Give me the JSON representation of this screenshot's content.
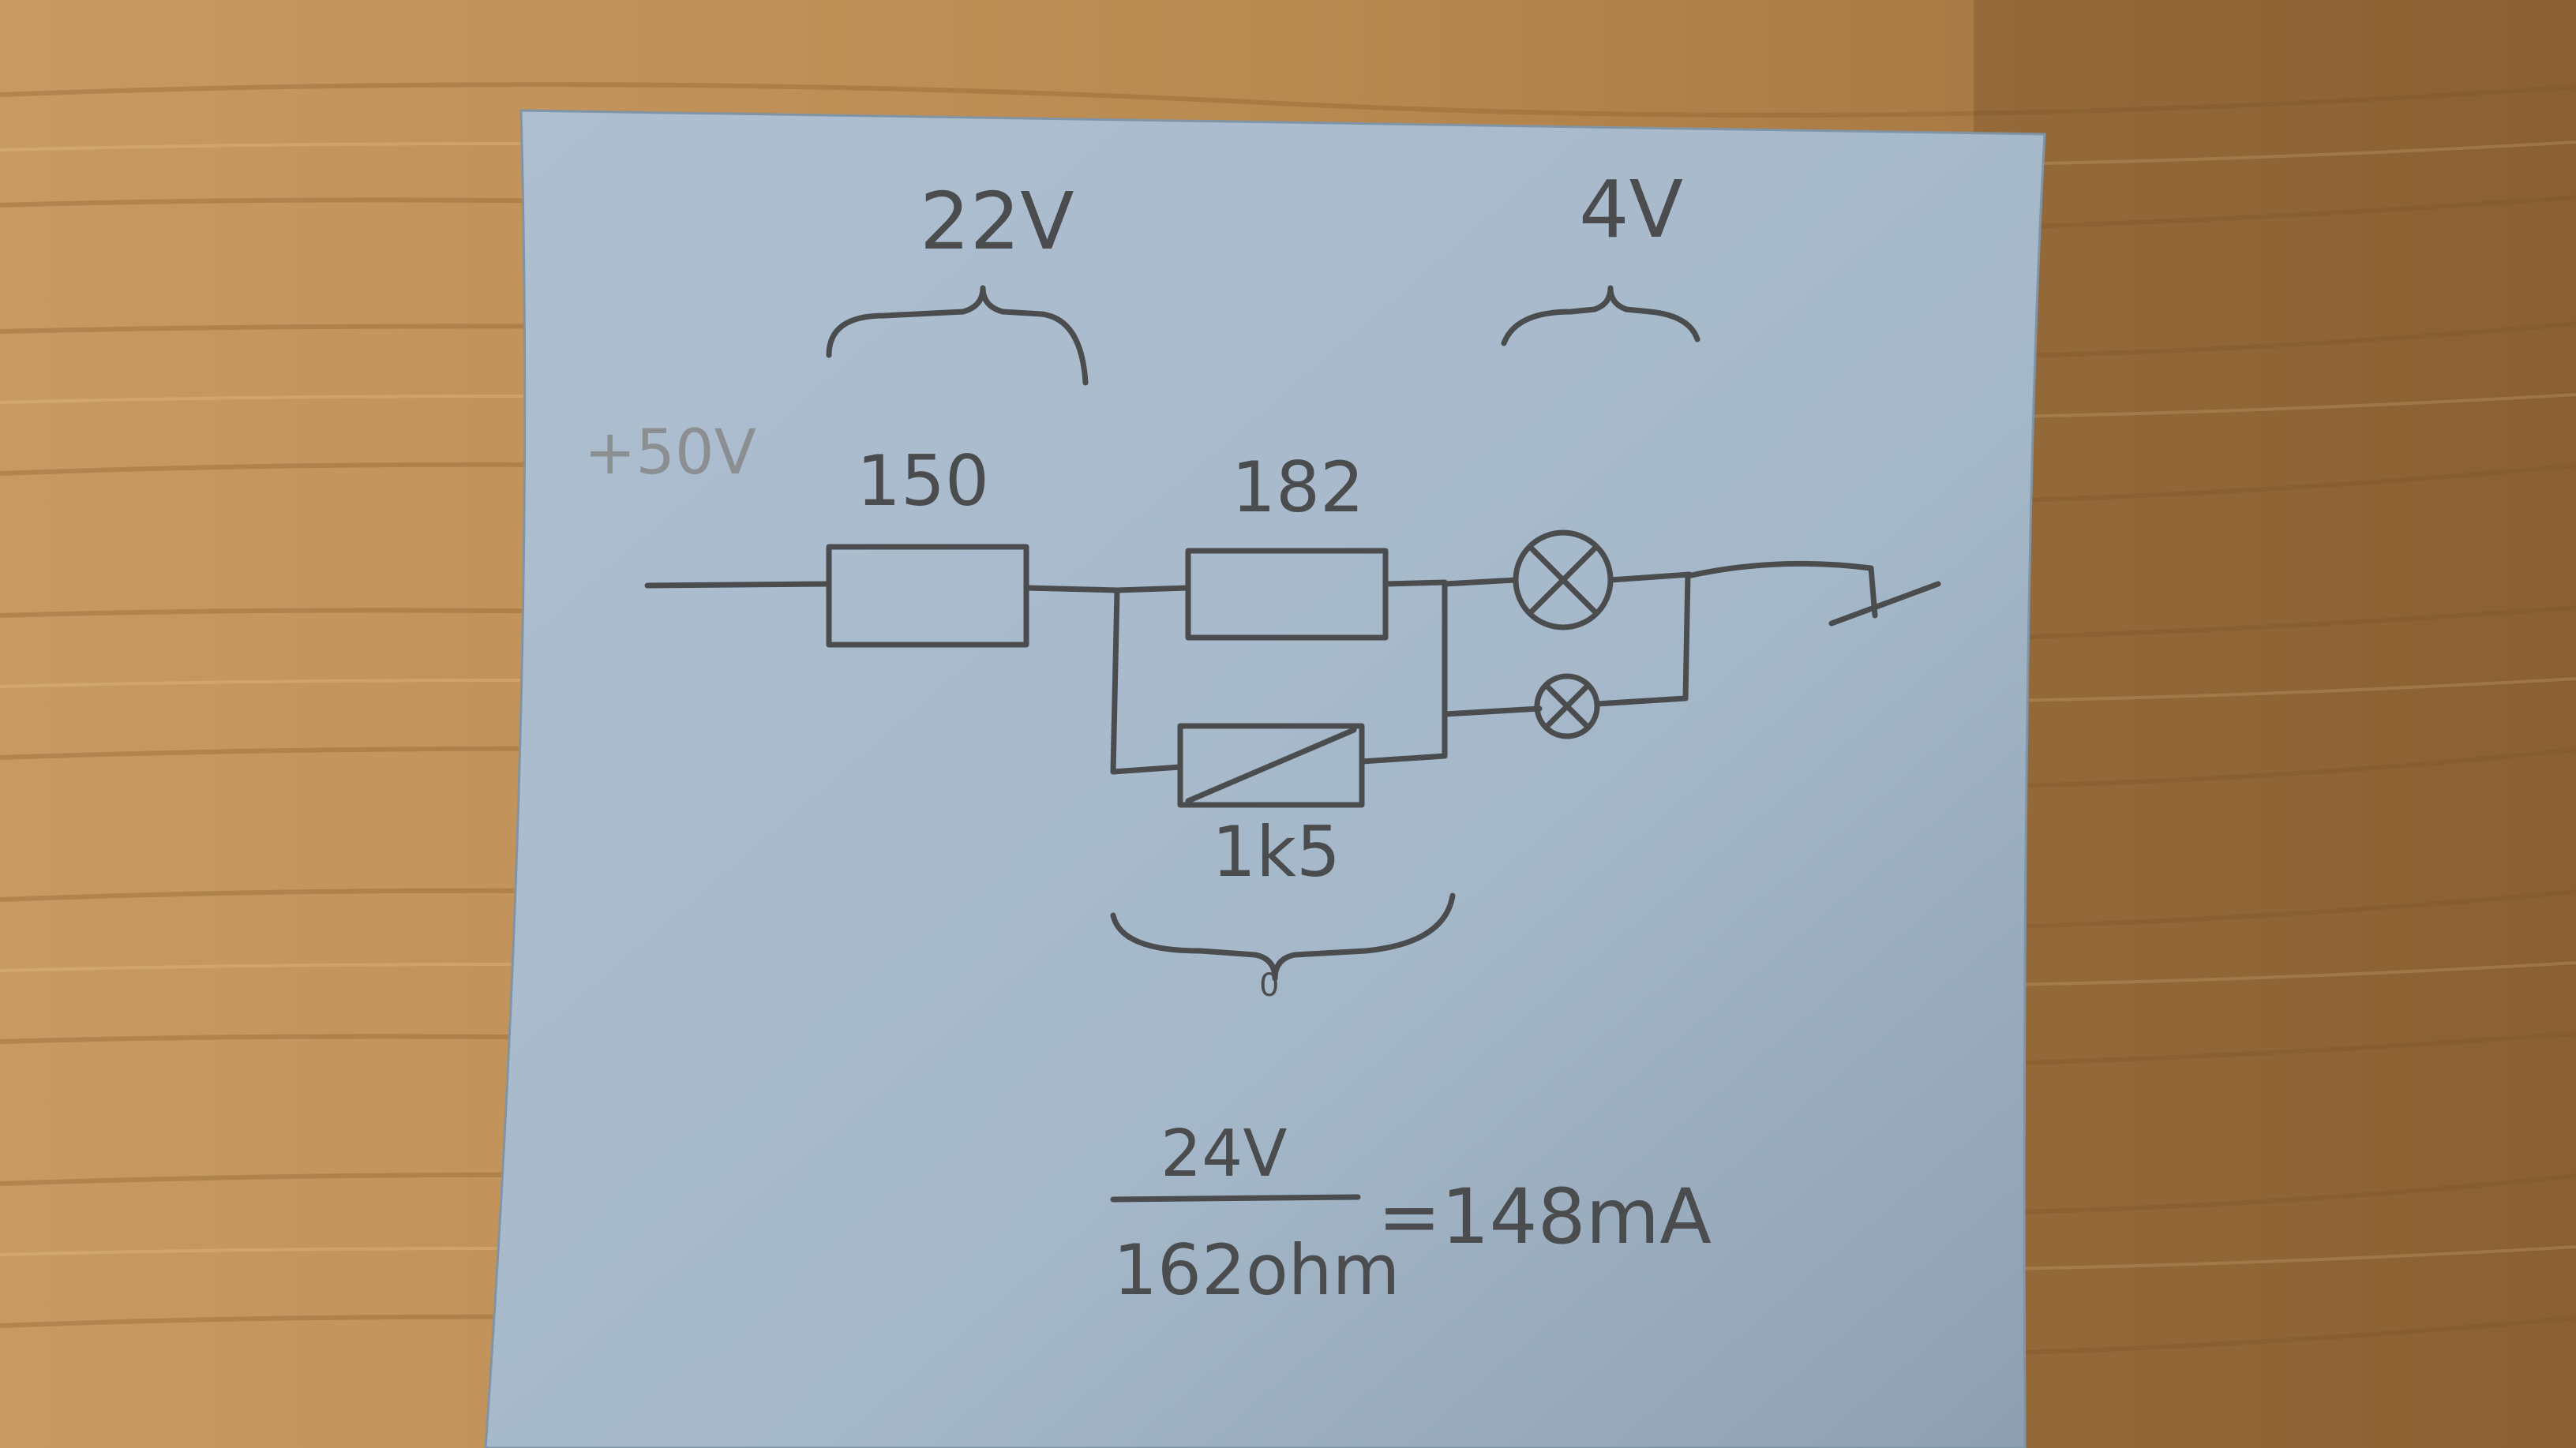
{
  "diagram": {
    "labels": {
      "supply": "+50V",
      "r1": "150",
      "r2": "182",
      "r3": "1k5",
      "v_top_left": "22V",
      "v_top_right": "4V",
      "v_bottom": "0"
    },
    "formula": {
      "numerator": "24V",
      "denominator": "162ohm",
      "result": "=148mA"
    }
  },
  "colors": {
    "paper": "#a8bccd",
    "ink": "#4a4c4e",
    "wood": "#b7874f"
  }
}
